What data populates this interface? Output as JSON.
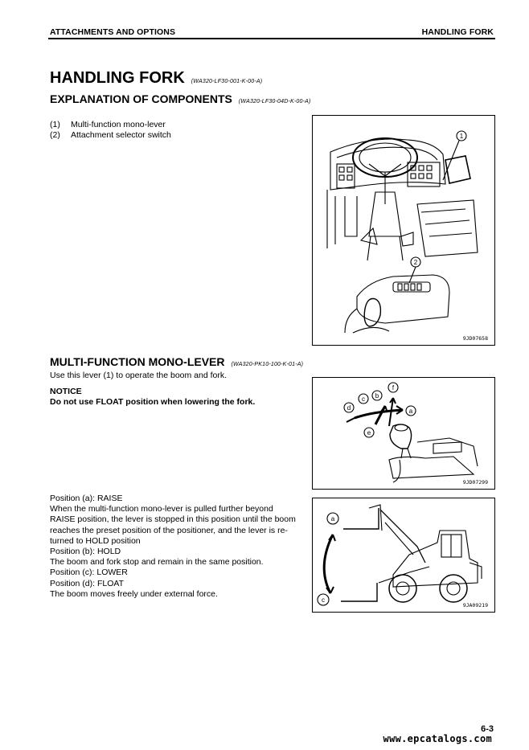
{
  "header": {
    "left": "ATTACHMENTS AND OPTIONS",
    "right": "HANDLING FORK"
  },
  "title": {
    "text": "HANDLING FORK",
    "code": "(WA320-LF30-001-K-00-A)"
  },
  "section1": {
    "title": "EXPLANATION OF COMPONENTS",
    "code": "(WA320-LF30-04D-K-00-A)",
    "items": [
      {
        "num": "(1)",
        "label": "Multi-function mono-lever"
      },
      {
        "num": "(2)",
        "label": "Attachment selector switch"
      }
    ],
    "figure": {
      "id": "9JD07658",
      "callouts": [
        "1",
        "2"
      ]
    }
  },
  "section2": {
    "title": "MULTI-FUNCTION MONO-LEVER",
    "code": "(WA320-PK10-100-K-01-A)",
    "intro": "Use this lever (1) to operate the boom and fork.",
    "notice_title": "NOTICE",
    "notice_text": "Do not use FLOAT position when lowering the fork.",
    "figure": {
      "id": "9JD07299",
      "callouts": [
        "f",
        "c",
        "b",
        "d",
        "a",
        "e"
      ]
    },
    "positions": [
      "Position (a): RAISE",
      "When the multi-function mono-lever is pulled further beyond",
      "RAISE position, the lever is stopped in this position until the boom",
      "reaches the preset position of the positioner, and the lever is re-",
      "turned to HOLD position",
      "Position (b): HOLD",
      "The boom and fork stop and remain in the same position.",
      "Position (c): LOWER",
      "The boom moves freely under external force.",
      "Position (d): FLOAT"
    ],
    "figure2": {
      "id": "9JA09219",
      "callouts": [
        "a",
        "c"
      ]
    }
  },
  "footer": {
    "page": "6-3",
    "watermark": "www.epcatalogs.com"
  }
}
